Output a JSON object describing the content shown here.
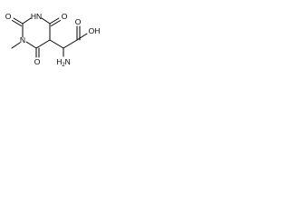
{
  "molecule": {
    "atoms": {
      "o_top_left": "O",
      "nh_top": "HN",
      "o_top_right": "O",
      "oh_acid": "OH",
      "n_ring": "N",
      "o_bottom": "O",
      "nh2": "H2N"
    },
    "labels": {
      "nh2_sub": "2"
    }
  }
}
